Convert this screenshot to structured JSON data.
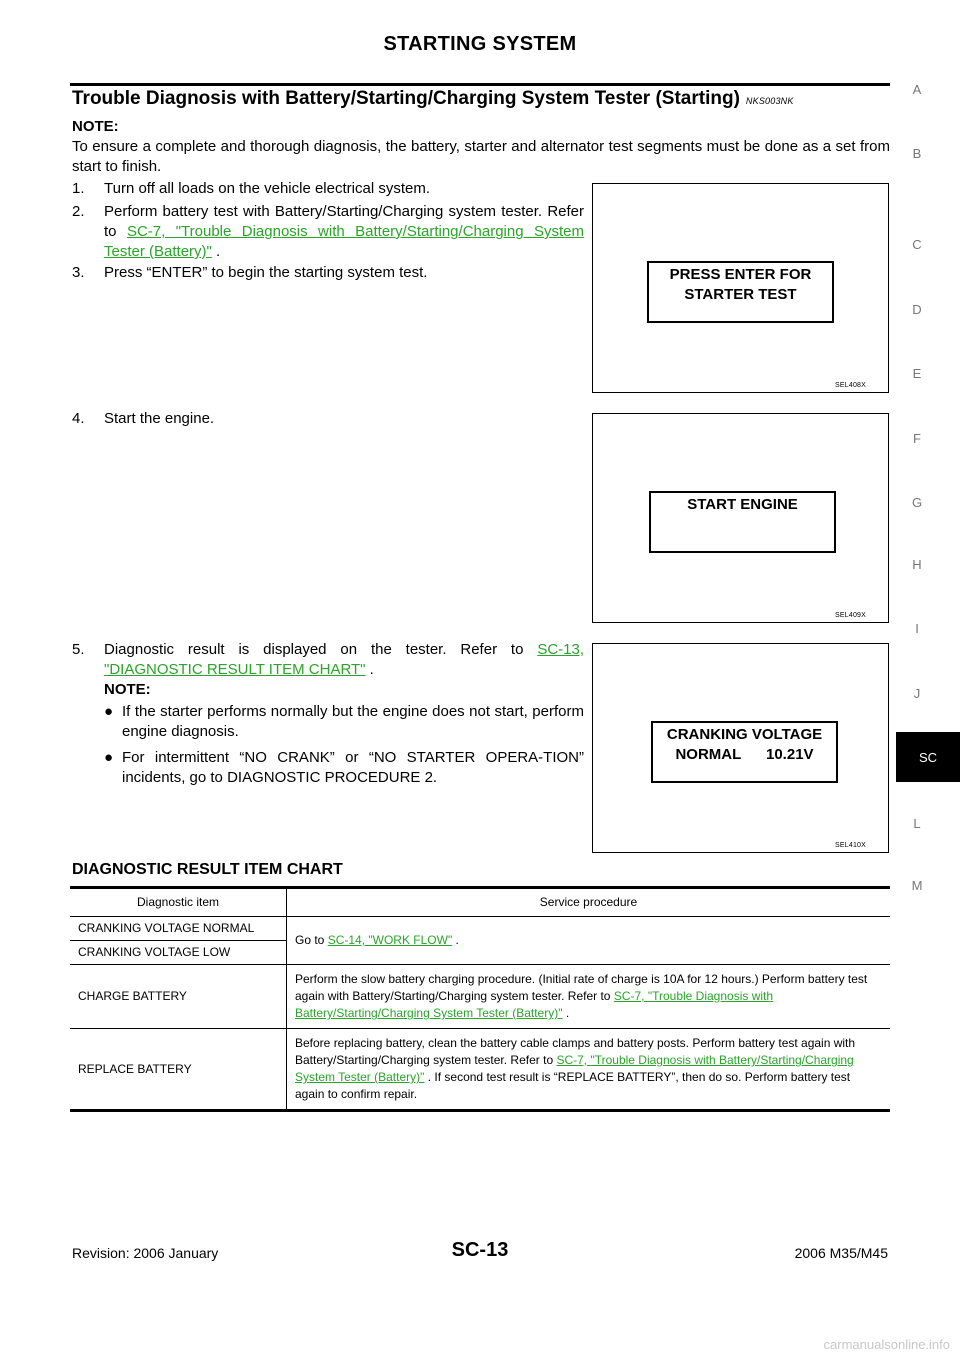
{
  "header": {
    "title": "STARTING SYSTEM"
  },
  "section": {
    "title": "Trouble Diagnosis with Battery/Starting/Charging System Tester (Starting)",
    "code": "NKS003NK"
  },
  "note": {
    "label": "NOTE:",
    "text": "To ensure a complete and thorough diagnosis, the battery, starter and alternator test segments must be done as a set from start to finish."
  },
  "steps": {
    "s1": {
      "num": "1.",
      "text": "Turn off all loads on the vehicle electrical system."
    },
    "s2": {
      "num": "2.",
      "text_before": "Perform battery test with Battery/Starting/Charging system tester. Refer to ",
      "link": "SC-7, \"Trouble Diagnosis with Battery/Starting/Charging System Tester (Battery)\"",
      "text_after": " ."
    },
    "s3": {
      "num": "3.",
      "text": "Press “ENTER” to begin the starting system test."
    },
    "s4": {
      "num": "4.",
      "text": "Start the engine."
    },
    "s5": {
      "num": "5.",
      "text_before": "Diagnostic result is displayed on the tester. Refer to ",
      "link": "SC-13, \"DIAGNOSTIC RESULT ITEM CHART\"",
      "text_after": " ."
    }
  },
  "step5_note": {
    "label": "NOTE:",
    "bullet": "●",
    "b1": "If the starter performs normally but the engine does not start, perform engine diagnosis.",
    "b2": "For intermittent “NO CRANK” or “NO STARTER OPERA-TION” incidents, go to DIAGNOSTIC PROCEDURE 2."
  },
  "figures": {
    "f1": {
      "line1": "PRESS ENTER FOR",
      "line2": "STARTER TEST",
      "code": "SEL408X"
    },
    "f2": {
      "line1": "START ENGINE",
      "code": "SEL409X"
    },
    "f3": {
      "line1": "CRANKING VOLTAGE",
      "line2": "NORMAL      10.21V",
      "code": "SEL410X"
    }
  },
  "chart": {
    "heading": "DIAGNOSTIC RESULT ITEM CHART",
    "col_item": "Diagnostic item",
    "col_proc": "Service procedure",
    "r1_item": "CRANKING VOLTAGE NORMAL",
    "r2_item": "CRANKING VOLTAGE LOW",
    "r12_proc_before": "Go to ",
    "r12_link": "SC-14, \"WORK FLOW\"",
    "r12_proc_after": " .",
    "r3_item": "CHARGE BATTERY",
    "r3_proc_before": "Perform the slow battery charging procedure. (Initial rate of charge is 10A for 12 hours.) Perform battery test again with Battery/Starting/Charging system tester. Refer to ",
    "r3_link": "SC-7, \"Trouble Diagnosis with Battery/Starting/Charging System Tester (Battery)\"",
    "r3_proc_after": " .",
    "r4_item": "REPLACE BATTERY",
    "r4_proc_before": "Before replacing battery, clean the battery cable clamps and battery posts. Perform battery test again with Battery/Starting/Charging system tester. Refer to ",
    "r4_link": "SC-7, \"Trouble Diagnosis with Battery/Starting/Charging System Tester (Battery)\"",
    "r4_proc_after": " . If second test result is “REPLACE BATTERY”, then do so. Perform battery test again to confirm repair."
  },
  "sidebar": {
    "a": "A",
    "b": "B",
    "c": "C",
    "d": "D",
    "e": "E",
    "f": "F",
    "g": "G",
    "h": "H",
    "i": "I",
    "j": "J",
    "sc": "SC",
    "l": "L",
    "m": "M"
  },
  "footer": {
    "revision": "Revision: 2006 January",
    "page": "SC-13",
    "model": "2006 M35/M45"
  },
  "watermark": "carmanualsonline.info"
}
